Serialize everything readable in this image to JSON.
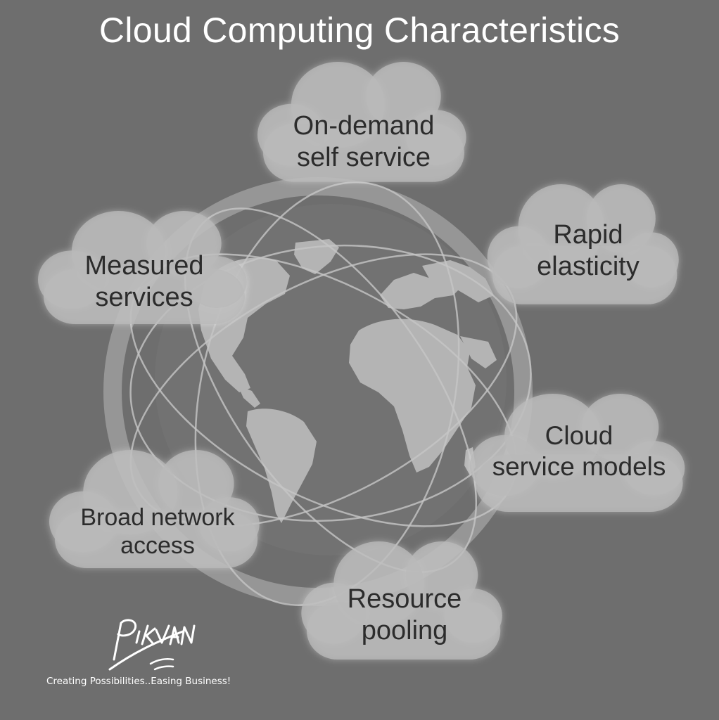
{
  "title": "Cloud Computing Characteristics",
  "clouds": [
    {
      "id": "on-demand",
      "line1": "On-demand",
      "line2": "self service"
    },
    {
      "id": "rapid",
      "line1": "Rapid",
      "line2": "elasticity"
    },
    {
      "id": "measured",
      "line1": "Measured",
      "line2": "services"
    },
    {
      "id": "models",
      "line1": "Cloud",
      "line2": "service models"
    },
    {
      "id": "broad",
      "line1": "Broad network",
      "line2": "access"
    },
    {
      "id": "pooling",
      "line1": "Resource",
      "line2": "pooling"
    }
  ],
  "logo": {
    "text": "PIKVAN"
  },
  "tagline": "Creating Possibilities..Easing Business!"
}
